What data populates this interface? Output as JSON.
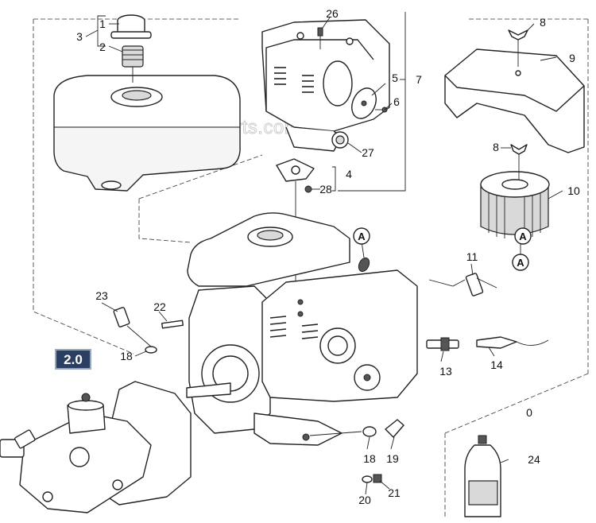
{
  "watermark": "eReplacementParts.com",
  "section_badge": "2.0",
  "reference_markers": {
    "a_left": "A",
    "a_right": "A",
    "a_bottom": "A"
  },
  "callouts": {
    "c0": "0",
    "c1": "1",
    "c2": "2",
    "c3": "3",
    "c4": "4",
    "c5": "5",
    "c6": "6",
    "c7": "7",
    "c8a": "8",
    "c8b": "8",
    "c9": "9",
    "c10": "10",
    "c11": "11",
    "c13": "13",
    "c14": "14",
    "c18a": "18",
    "c18b": "18",
    "c19": "19",
    "c20": "20",
    "c21": "21",
    "c22": "22",
    "c23": "23",
    "c24": "24",
    "c26": "26",
    "c27": "27",
    "c28": "28"
  },
  "colors": {
    "line": "#222222",
    "badge_bg": "#2b3f63",
    "badge_border": "#9aa7bd",
    "watermark": "#c8c8c8"
  }
}
